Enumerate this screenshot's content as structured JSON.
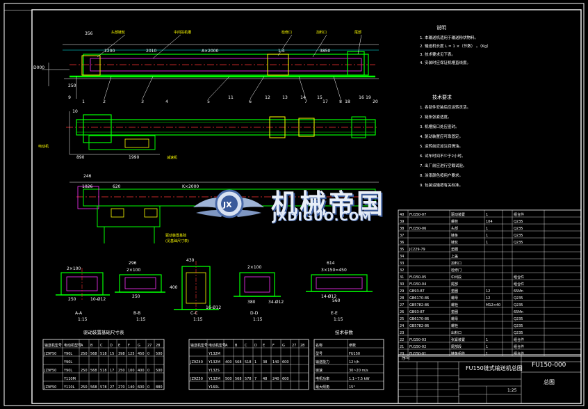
{
  "dimensions": {
    "top": [
      "356",
      "1200",
      "2010",
      "A×2000",
      "1.4",
      "3850",
      "250"
    ],
    "left_side": [
      "D000"
    ],
    "mid": [
      "246",
      "1026",
      "620",
      "K×2000"
    ],
    "plan": [
      "890",
      "1990"
    ]
  },
  "balloons": [
    "1",
    "2",
    "3",
    "4",
    "5",
    "6",
    "7",
    "8",
    "9",
    "10",
    "11",
    "12",
    "13",
    "14",
    "15",
    "16",
    "17",
    "18",
    "19",
    "20"
  ],
  "notes": {
    "title": "说明",
    "lines": [
      "1. 本输送机适用于输送粉状物料。",
      "2. 输送机长度 L = 1 ×（节数） 。（Kg）",
      "3. 技术要求见下表。",
      "4. 安装时应保证机槽直线度。"
    ]
  },
  "tech": {
    "title": "技术要求",
    "lines": [
      "1. 各部件安装后应运转灵活。",
      "2. 链条张紧适度。",
      "3. 机槽接口处应密封。",
      "4. 驱动装置应可靠固定。",
      "5. 运转前应加注润滑油。",
      "6. 试车时间不少于2小时。",
      "7. 出厂前应进行空载试验。",
      "8. 涂漆颜色按用户要求。",
      "9. 包装运输按有关标准。"
    ]
  },
  "sections": [
    {
      "label": "A-A",
      "scale": "1:15"
    },
    {
      "label": "B-B",
      "scale": "1:15"
    },
    {
      "label": "C-C",
      "scale": "1:15"
    },
    {
      "label": "D-D",
      "scale": "1:15"
    },
    {
      "label": "E-E",
      "scale": "1:15"
    }
  ],
  "section_dims": [
    [
      "2×100",
      "250",
      "10-Ø12"
    ],
    [
      "296",
      "2×100",
      "250"
    ],
    [
      "430",
      "400",
      "16-Ø12"
    ],
    [
      "2×100",
      "380",
      "34-Ø12"
    ],
    [
      "614",
      "3×150=450",
      "560",
      "14-Ø12"
    ]
  ],
  "table1": {
    "title": "驱动装置基础尺寸表",
    "header": [
      "输送机型号",
      "电动机型号",
      "A",
      "B",
      "C",
      "D",
      "E",
      "F",
      "G",
      "27",
      "28"
    ],
    "rows": [
      [
        "JZ9F50",
        "Y90L",
        "250",
        "568",
        "518",
        "15",
        "398",
        "125",
        "450",
        "0",
        "500"
      ],
      [
        "",
        "Y90L",
        "",
        "",
        "",
        "",
        "",
        "",
        "",
        "",
        ""
      ],
      [
        "JZ9F50",
        "Y90L",
        "250",
        "568",
        "518",
        "17",
        "250",
        "100",
        "400",
        "0",
        "500"
      ],
      [
        "",
        "Y110M",
        "",
        "",
        "",
        "",
        "",
        "",
        "",
        "",
        ""
      ],
      [
        "JZ9F50",
        "Y110L",
        "250",
        "568",
        "578",
        "27",
        "270",
        "140",
        "600",
        "0",
        "880"
      ]
    ]
  },
  "table2": {
    "header": [
      "输送机型号",
      "电动机型号",
      "A",
      "B",
      "C",
      "D",
      "E",
      "F",
      "G",
      "27",
      "28"
    ],
    "rows": [
      [
        "",
        "Y132M",
        "",
        "",
        "",
        "",
        "",
        "",
        "",
        "",
        ""
      ],
      [
        "JZ9Z40",
        "Y132M",
        "400",
        "568",
        "518",
        "1",
        "38",
        "140",
        "600",
        "",
        ""
      ],
      [
        "",
        "Y132S",
        "",
        "",
        "",
        "",
        "",
        "",
        "",
        "",
        ""
      ],
      [
        "JZ9Z50",
        "Y132M",
        "500",
        "568",
        "578",
        "7",
        "48",
        "240",
        "600",
        "",
        ""
      ],
      [
        "",
        "Y160L",
        "",
        "",
        "",
        "",
        "",
        "",
        "",
        "",
        ""
      ]
    ]
  },
  "params": {
    "title": "技术参数",
    "header": [
      "名称",
      "参数"
    ],
    "rows": [
      [
        "型号",
        "FU150"
      ],
      [
        "输送能力",
        "12 t/h"
      ],
      [
        "链速",
        "30~20 m/s"
      ],
      [
        "电机功率",
        "1.1~7.5 kW"
      ],
      [
        "最大倾角",
        "15°"
      ]
    ]
  },
  "bom": {
    "rows": [
      [
        "40",
        "FU150-07",
        "驱动装置",
        "1",
        "",
        "组合件",
        ""
      ],
      [
        "39",
        "",
        "螺栓",
        "104",
        "",
        "Q235",
        ""
      ],
      [
        "38",
        "FU150-06",
        "头部",
        "1",
        "",
        "Q235",
        ""
      ],
      [
        "37",
        "",
        "链条",
        "1",
        "",
        "Q235",
        ""
      ],
      [
        "36",
        "",
        "链轮",
        "1",
        "",
        "Q235",
        ""
      ],
      [
        "35",
        "JC229-79",
        "垫圈",
        "",
        "",
        "",
        ""
      ],
      [
        "34",
        "",
        "上盖",
        "",
        "",
        "",
        ""
      ],
      [
        "33",
        "",
        "加料口",
        "",
        "",
        "",
        ""
      ],
      [
        "32",
        "",
        "检修门",
        "",
        "",
        "",
        ""
      ],
      [
        "31",
        "FU150-05",
        "中间段",
        "",
        "",
        "组合件",
        ""
      ],
      [
        "30",
        "FU150-04",
        "尾部",
        "",
        "",
        "组合件",
        ""
      ],
      [
        "29",
        "GB93-87",
        "垫圈",
        "12",
        "",
        "65Mn",
        ""
      ],
      [
        "28",
        "GB6170-86",
        "螺母",
        "12",
        "",
        "Q235",
        ""
      ],
      [
        "27",
        "GB5782-86",
        "螺栓",
        "M12×40",
        "",
        "Q235",
        ""
      ],
      [
        "26",
        "GB93-87",
        "垫圈",
        "",
        "",
        "65Mn",
        ""
      ],
      [
        "25",
        "GB6170-86",
        "螺母",
        "",
        "",
        "Q235",
        ""
      ],
      [
        "24",
        "GB5782-86",
        "螺栓",
        "",
        "",
        "Q235",
        ""
      ],
      [
        "23",
        "",
        "出料口",
        "",
        "",
        "Q235",
        ""
      ],
      [
        "22",
        "FU150-03",
        "张紧装置",
        "1",
        "",
        "组合件",
        ""
      ],
      [
        "21",
        "FU150-02",
        "尾部段",
        "1",
        "",
        "组合件",
        ""
      ],
      [
        "20",
        "FU150-01",
        "链条组件",
        "1",
        "",
        "组合件",
        ""
      ]
    ]
  },
  "title_block": {
    "name": "FU150链式输送机总图",
    "drawing_no": "FU150-000",
    "sub": "总图",
    "scale": "1:25",
    "seq_header": "序号"
  },
  "watermark": {
    "cn": "机械帝国",
    "en": "JXDIGUO.COM",
    "logo": "JX"
  },
  "colors": {
    "background": "#000000",
    "frame": "#ffffff",
    "outline": "#00ff00",
    "center": "#ff3333",
    "dim": "#00ffff",
    "text_yellow": "#ffff00",
    "magenta": "#ff33ff",
    "blue": "#3366ff"
  }
}
